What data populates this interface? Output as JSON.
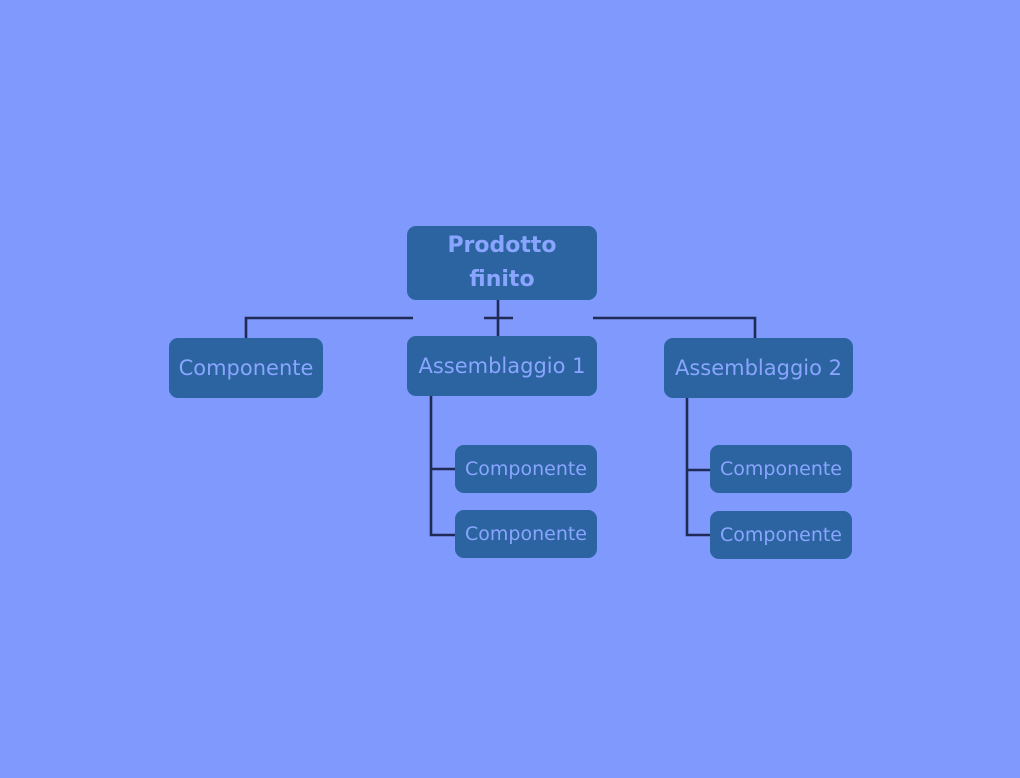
{
  "colors": {
    "background": "#7f99fc",
    "node_fill": "#2b64a0",
    "node_text": "#8aa5ff",
    "connector": "#1f2a57"
  },
  "root": {
    "label": "Prodotto finito"
  },
  "left_component": {
    "label": "Componente"
  },
  "assembly_1": {
    "label": "Assemblaggio 1",
    "components": [
      {
        "label": "Componente"
      },
      {
        "label": "Componente"
      }
    ]
  },
  "assembly_2": {
    "label": "Assemblaggio 2",
    "components": [
      {
        "label": "Componente"
      },
      {
        "label": "Componente"
      }
    ]
  }
}
